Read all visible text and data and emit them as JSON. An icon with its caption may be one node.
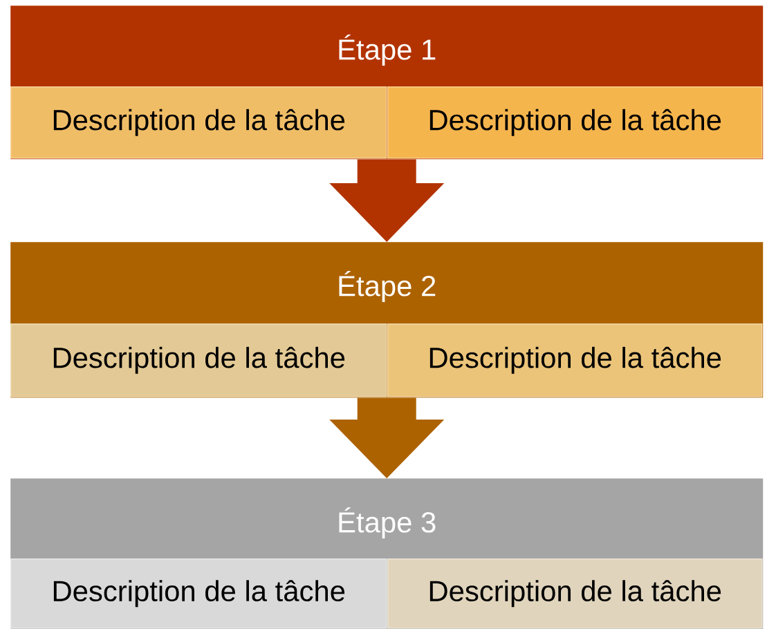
{
  "diagram": {
    "nodes": [
      {
        "text": [
          "Étape 1"
        ]
      },
      {
        "text": [
          "Description de la tâche"
        ],
        "in": 0
      },
      {
        "text": [
          "Description de la tâche"
        ],
        "in": 0
      },
      {
        "text": [
          "Étape 2"
        ]
      },
      {
        "text": [
          "Description de la tâche"
        ],
        "in": 3
      },
      {
        "text": [
          "Description de la tâche"
        ],
        "in": 3
      },
      {
        "text": [
          "Étape 3"
        ]
      },
      {
        "text": [
          "Description de la tâche"
        ],
        "in": 6
      },
      {
        "text": [
          "Description de la tâche"
        ],
        "in": 6
      }
    ],
    "edges": [
      {
        "from": 0,
        "to": 3,
        "arrow": "to",
        "color": "#b23300"
      },
      {
        "from": 3,
        "to": 6,
        "arrow": "to",
        "color": "#ad6200"
      }
    ]
  }
}
